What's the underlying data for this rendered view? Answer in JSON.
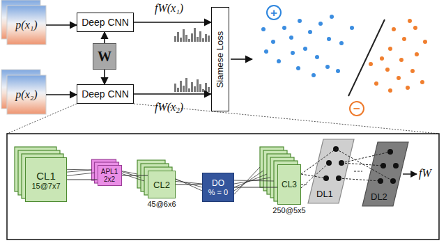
{
  "diagram": {
    "nodes": [
      {
        "text": [
          "p(x₁)"
        ]
      },
      {
        "text": [
          "Deep CNN"
        ]
      },
      {
        "text": [
          "W"
        ]
      },
      {
        "text": [
          "p(x₂)"
        ]
      },
      {
        "text": [
          "Deep CNN"
        ]
      },
      {
        "text": [
          "Siamese Loss"
        ]
      },
      {
        "text": [
          "CL1",
          "15@7x7"
        ]
      },
      {
        "text": [
          "APL1",
          "2x2"
        ]
      },
      {
        "text": [
          "CL2",
          "45@6x6"
        ]
      },
      {
        "text": [
          "DO",
          "% = 0"
        ]
      },
      {
        "text": [
          "CL3",
          "250@5x5"
        ]
      },
      {
        "text": [
          "DL1"
        ]
      },
      {
        "text": [
          "DL2"
        ]
      }
    ],
    "edges": [
      {
        "from": 0,
        "to": 1,
        "arrow": "to"
      },
      {
        "from": 2,
        "to": 1,
        "arrow": "to"
      },
      {
        "from": 2,
        "to": 4,
        "arrow": "to"
      },
      {
        "from": 3,
        "to": 4,
        "arrow": "to"
      },
      {
        "from": 1,
        "to": 5,
        "arrow": "to"
      },
      {
        "from": 4,
        "to": 5,
        "arrow": "to"
      },
      {
        "from": 6,
        "to": 7,
        "arrow": "none"
      },
      {
        "from": 7,
        "to": 8,
        "arrow": "none"
      },
      {
        "from": 8,
        "to": 9,
        "arrow": "none"
      },
      {
        "from": 9,
        "to": 10,
        "arrow": "none"
      },
      {
        "from": 10,
        "to": 11,
        "arrow": "none"
      },
      {
        "from": 11,
        "to": 12,
        "arrow": "none"
      }
    ],
    "labels": [
      "fW(x₁)",
      "fW(x₂)",
      "+",
      "−",
      "fW"
    ]
  }
}
